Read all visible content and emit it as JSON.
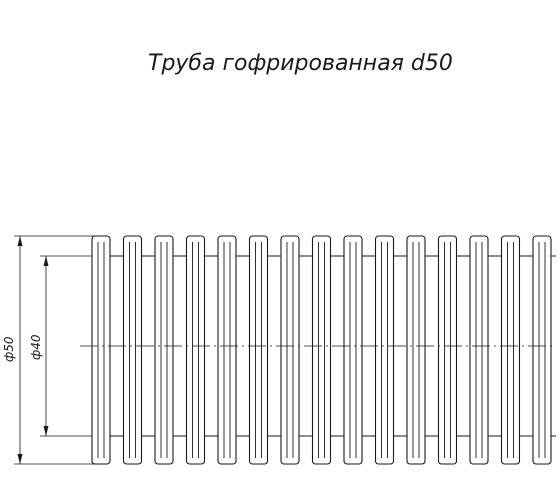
{
  "drawing": {
    "title": "Труба гофрированная d50",
    "dimensions": {
      "outer": "ф50",
      "inner": "ф40"
    },
    "pipe": {
      "outer_diameter": 50,
      "inner_diameter": 40,
      "rib_count": 15
    }
  }
}
